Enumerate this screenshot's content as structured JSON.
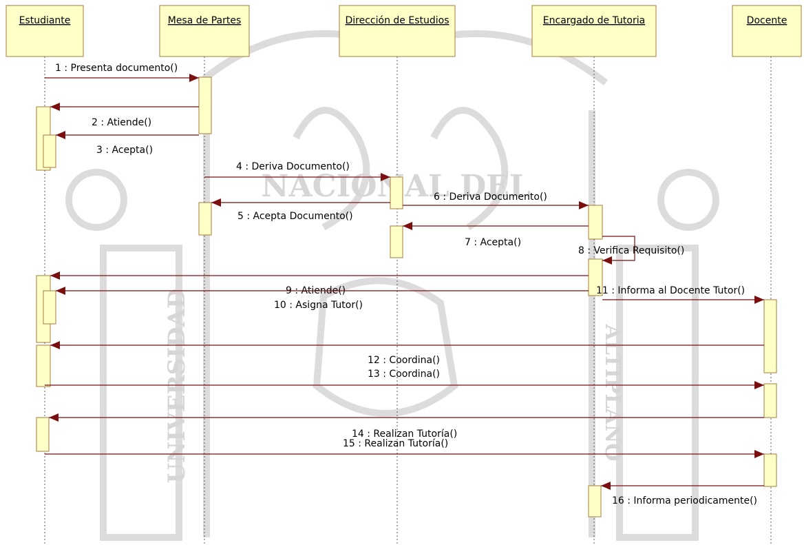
{
  "diagram": {
    "type": "sequence",
    "colors": {
      "box_fill": "#ffffc8",
      "box_stroke": "#a37a3c",
      "arrow": "#7b0f0f",
      "lifeline": "#555555",
      "watermark": "#d0d0d0"
    },
    "watermark": {
      "kind": "university-seal",
      "text_top": "NACIONAL DEL",
      "text_left": "UNIVERSIDAD",
      "text_right": "ALTIPLANO"
    },
    "participants": [
      {
        "id": "estudiante",
        "name": "Estudiante"
      },
      {
        "id": "mesa",
        "name": "Mesa de Partes"
      },
      {
        "id": "direccion",
        "name": "Dirección de Estudios"
      },
      {
        "id": "tutoria",
        "name": "Encargado de Tutoria"
      },
      {
        "id": "docente",
        "name": "Docente"
      }
    ],
    "messages": [
      {
        "n": 1,
        "text": "1 : Presenta documento()",
        "from": "estudiante",
        "to": "mesa"
      },
      {
        "n": 2,
        "text": "2 : Atiende()",
        "from": "mesa",
        "to": "estudiante"
      },
      {
        "n": 3,
        "text": "3 : Acepta()",
        "from": "mesa",
        "to": "estudiante"
      },
      {
        "n": 4,
        "text": "4 : Deriva Documento()",
        "from": "mesa",
        "to": "direccion"
      },
      {
        "n": 5,
        "text": "5 : Acepta Documento()",
        "from": "direccion",
        "to": "mesa"
      },
      {
        "n": 6,
        "text": "6 : Deriva Documento()",
        "from": "direccion",
        "to": "tutoria"
      },
      {
        "n": 7,
        "text": "7 : Acepta()",
        "from": "tutoria",
        "to": "direccion"
      },
      {
        "n": 8,
        "text": "8 : Verifica Requisito()",
        "from": "tutoria",
        "to": "tutoria"
      },
      {
        "n": 9,
        "text": "9 : Atiende()",
        "from": "tutoria",
        "to": "estudiante"
      },
      {
        "n": 10,
        "text": "10 : Asigna Tutor()",
        "from": "tutoria",
        "to": "estudiante"
      },
      {
        "n": 11,
        "text": "11 : Informa al Docente Tutor()",
        "from": "tutoria",
        "to": "docente"
      },
      {
        "n": 12,
        "text": "12 : Coordina()",
        "from": "docente",
        "to": "estudiante"
      },
      {
        "n": 13,
        "text": "13 : Coordina()",
        "from": "estudiante",
        "to": "docente"
      },
      {
        "n": 14,
        "text": "14 : Realizan Tutoría()",
        "from": "docente",
        "to": "estudiante"
      },
      {
        "n": 15,
        "text": "15 : Realizan Tutoría()",
        "from": "estudiante",
        "to": "docente"
      },
      {
        "n": 16,
        "text": "16 : Informa periodicamente()",
        "from": "docente",
        "to": "tutoria"
      }
    ]
  }
}
